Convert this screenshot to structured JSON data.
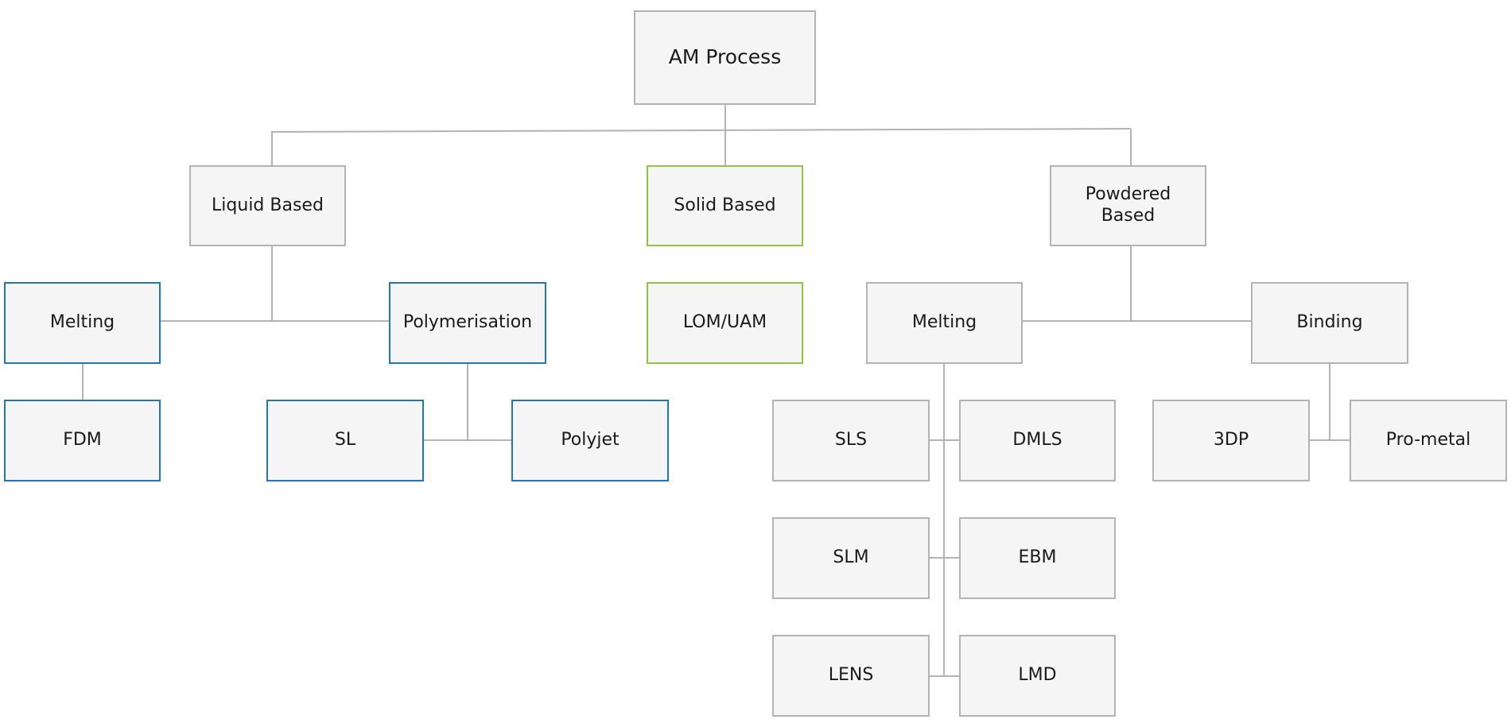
{
  "colors": {
    "node_fill": "#f5f5f5",
    "default_border": "#b3b3b3",
    "liquid_border": "#1f75c1",
    "solid_border": "#8ec63f",
    "connector": "#b3b3b3",
    "text": "#1a1a1a"
  },
  "diagram": {
    "root": {
      "label": "AM Process"
    },
    "liquid_based": {
      "label": "Liquid Based",
      "melting": {
        "label": "Melting",
        "fdm": "FDM"
      },
      "polymerisation": {
        "label": "Polymerisation",
        "sl": "SL",
        "polyjet": "Polyjet"
      }
    },
    "solid_based": {
      "label": "Solid Based",
      "lom_uam": "LOM/UAM"
    },
    "powdered_based": {
      "label": "Powdered Based",
      "melting": {
        "label": "Melting",
        "sls": "SLS",
        "dmls": "DMLS",
        "slm": "SLM",
        "ebm": "EBM",
        "lens": "LENS",
        "lmd": "LMD"
      },
      "binding": {
        "label": "Binding",
        "3dp": "3DP",
        "pro_metal": "Pro-metal"
      }
    }
  }
}
